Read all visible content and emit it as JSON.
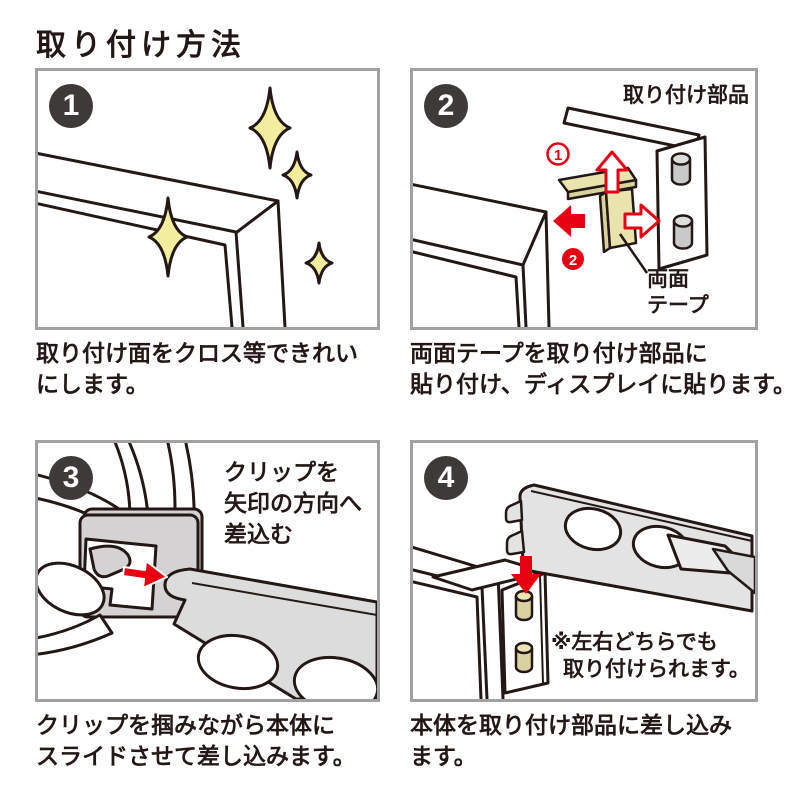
{
  "title": "取り付け方法",
  "colors": {
    "ink": "#231815",
    "panel_border": "#a1a1a1",
    "badge_background": "#3d3a39",
    "badge_text": "#ffffff",
    "accent_red": "#e60012",
    "tape_cream": "#e9e3ae",
    "sparkle_yellow": "#f2ee9d",
    "part_gray": "#d4d2d2"
  },
  "steps": [
    {
      "badge": "1",
      "caption_lines": [
        "取り付け面をクロス等できれい",
        "にします。"
      ]
    },
    {
      "badge": "2",
      "caption_lines": [
        "両面テープを取り付け部品に",
        "貼り付け、ディスプレイに貼ります。"
      ],
      "part_label": "取り付け部品",
      "tape_label_lines": [
        "両面",
        "テープ"
      ],
      "order_marks": [
        "1",
        "2"
      ]
    },
    {
      "badge": "3",
      "caption_lines": [
        "クリップを掴みながら本体に",
        "スライドさせて差し込みます。"
      ],
      "note_lines": [
        "クリップを",
        "矢印の方向へ",
        "差込む"
      ]
    },
    {
      "badge": "4",
      "caption_lines": [
        "本体を取り付け部品に差し込み",
        "ます。"
      ],
      "note_lines": [
        "※左右どちらでも",
        "取り付けられます。"
      ]
    }
  ]
}
